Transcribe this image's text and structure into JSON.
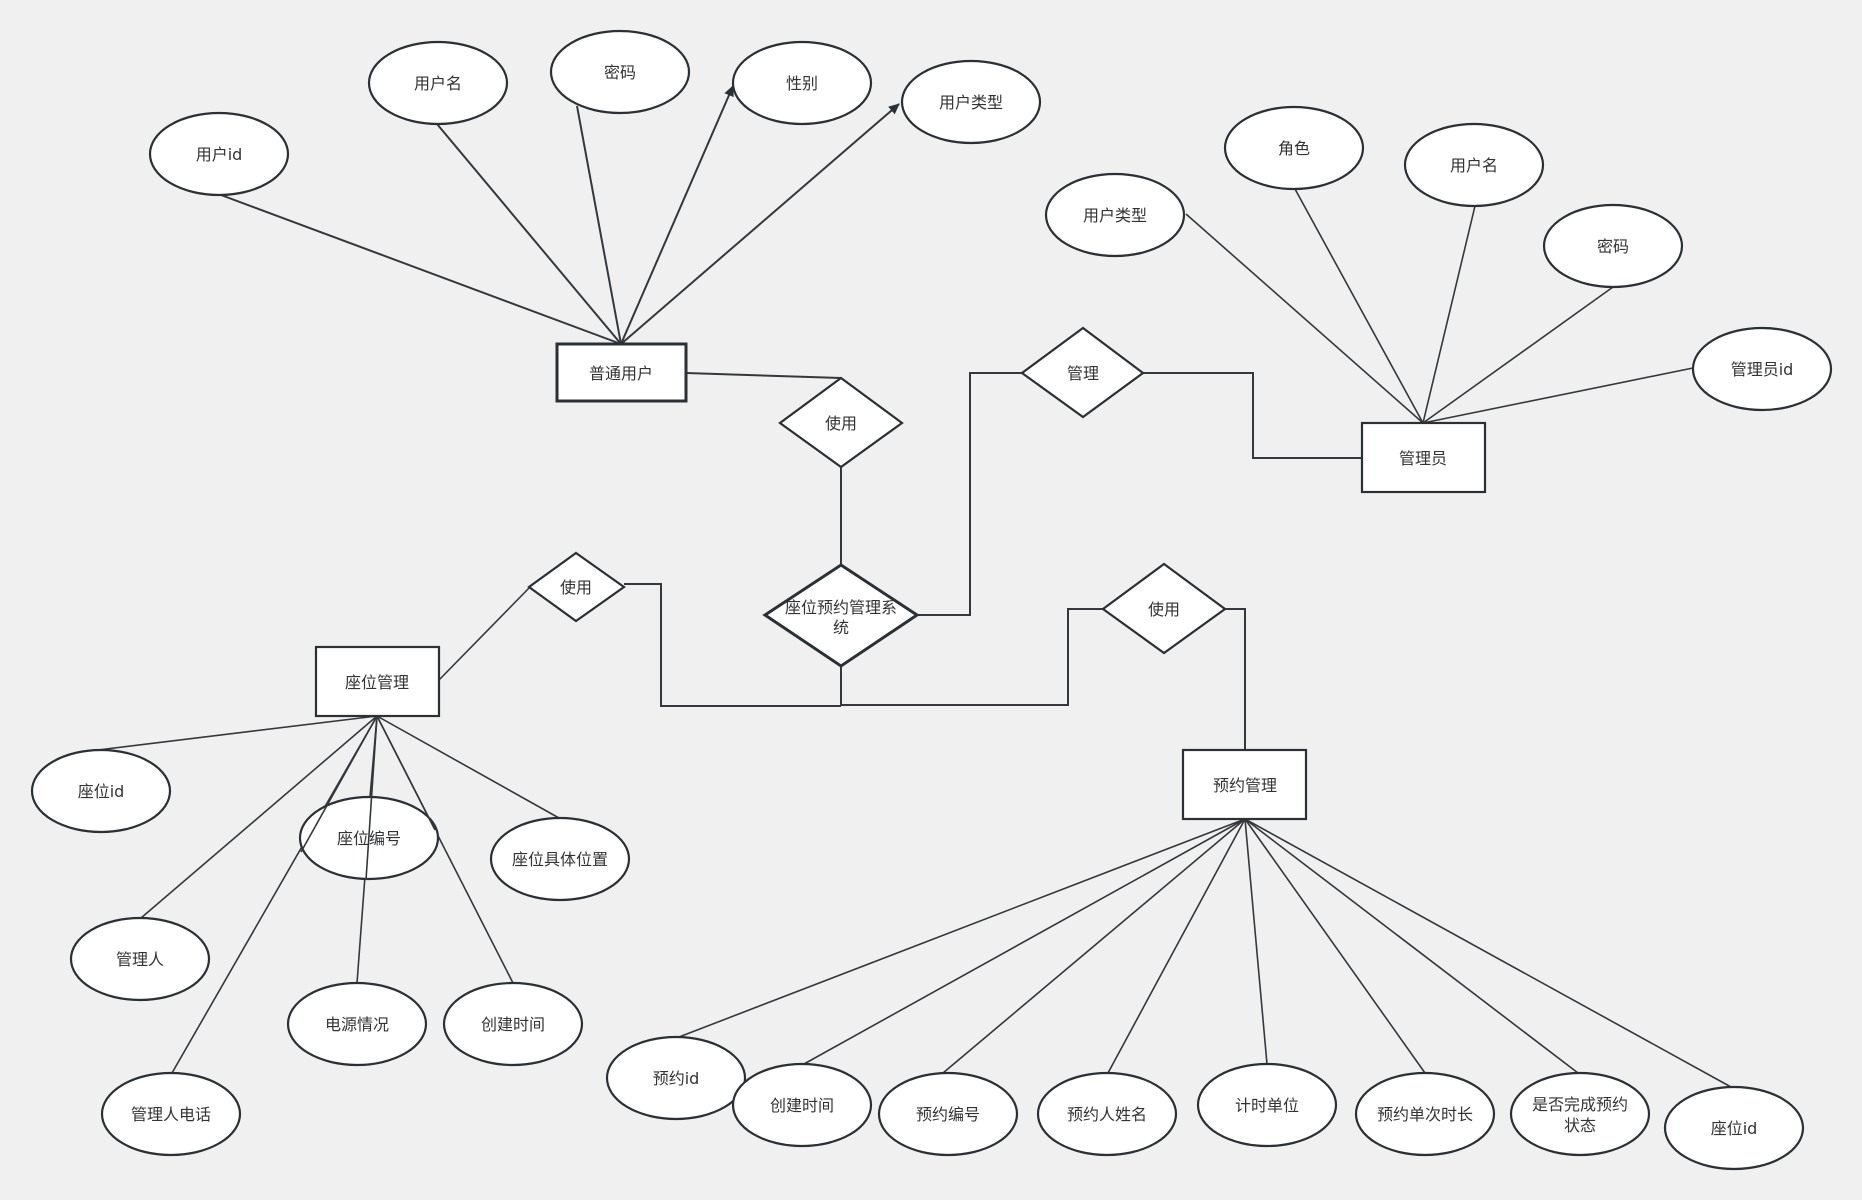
{
  "diagram": {
    "type": "er-diagram",
    "colors": {
      "background": "#f0f0f0",
      "stroke": "#2b3035",
      "fill": "#ffffff",
      "text": "#333333"
    },
    "entities": [
      {
        "id": "user",
        "label": "普通用户"
      },
      {
        "id": "admin",
        "label": "管理员"
      },
      {
        "id": "seat_mgmt",
        "label": "座位管理"
      },
      {
        "id": "reservation_mgmt",
        "label": "预约管理"
      }
    ],
    "relationships": [
      {
        "id": "rel_user_use",
        "label": "使用"
      },
      {
        "id": "rel_admin_manage",
        "label": "管理"
      },
      {
        "id": "rel_seat_use",
        "label": "使用"
      },
      {
        "id": "rel_res_use",
        "label": "使用"
      },
      {
        "id": "system",
        "label_line1": "座位预约管理系",
        "label_line2": "统"
      }
    ],
    "attributes": {
      "user": [
        "用户id",
        "用户名",
        "密码",
        "性别",
        "用户类型"
      ],
      "admin": [
        "用户类型",
        "角色",
        "用户名",
        "密码",
        "管理员id"
      ],
      "seat_mgmt": [
        "座位id",
        "座位编号",
        "座位具体位置",
        "管理人",
        "电源情况",
        "创建时间",
        "管理人电话"
      ],
      "reservation_mgmt": [
        "预约id",
        "创建时间",
        "预约编号",
        "预约人姓名",
        "计时单位",
        "预约单次时长",
        "是否完成预约",
        "状态",
        "座位id"
      ]
    }
  }
}
